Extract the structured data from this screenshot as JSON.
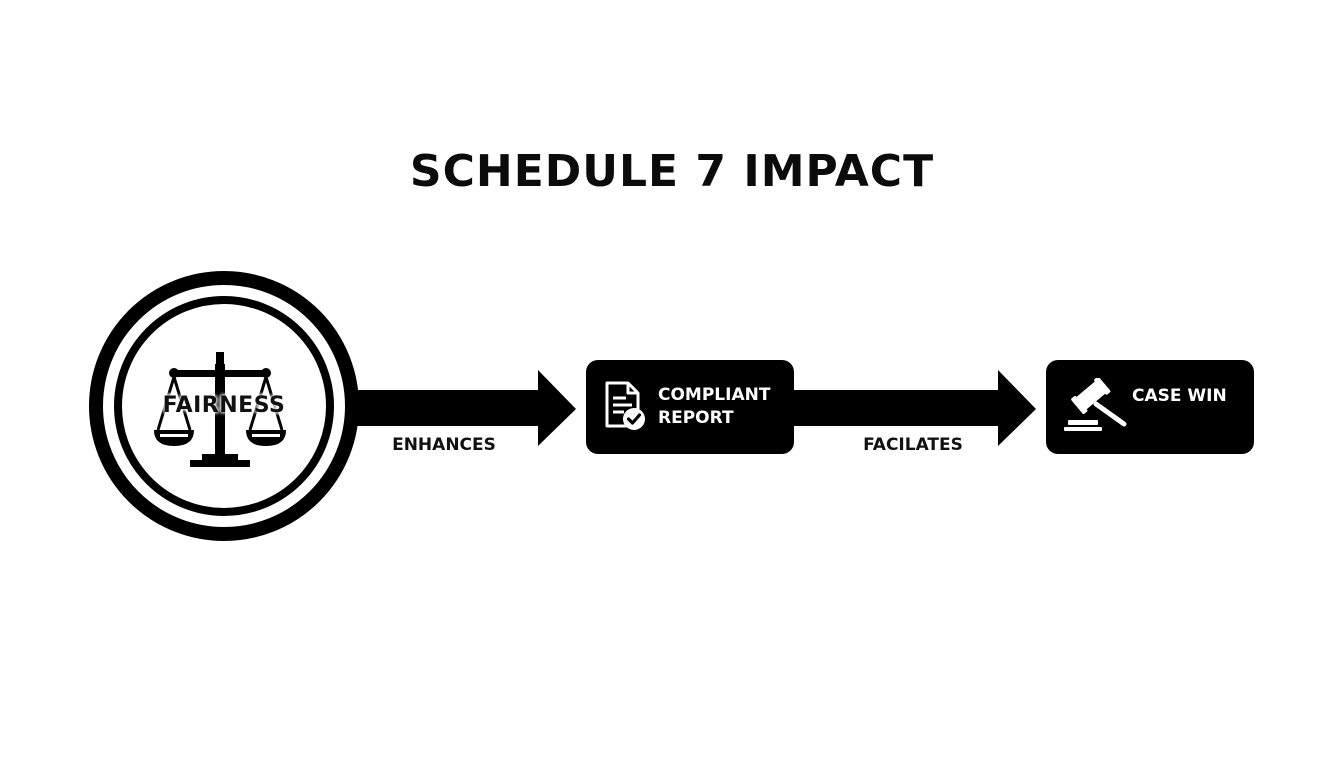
{
  "title": "SCHEDULE 7 IMPACT",
  "nodes": {
    "fairness": {
      "label": "FAIRNESS",
      "icon": "scales-of-justice-icon"
    },
    "report": {
      "label_line1": "COMPLIANT",
      "label_line2": "REPORT",
      "icon": "document-check-icon"
    },
    "case_win": {
      "label": "CASE WIN",
      "icon": "gavel-icon"
    }
  },
  "edges": {
    "enhances": {
      "label": "ENHANCES"
    },
    "facilitates": {
      "label": "FACILATES"
    }
  },
  "colors": {
    "foreground": "#000000",
    "background": "#ffffff"
  }
}
